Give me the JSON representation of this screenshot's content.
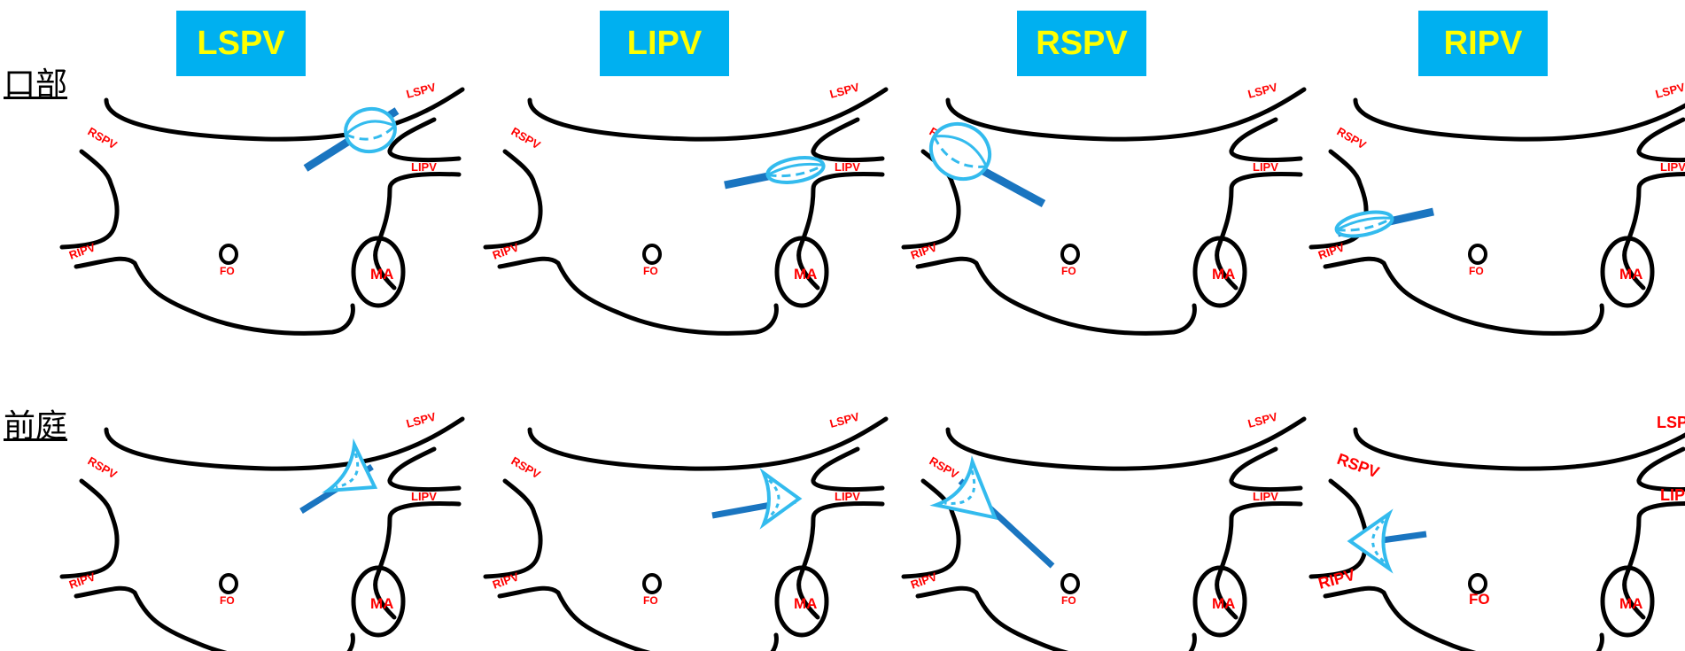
{
  "headers": [
    "LSPV",
    "LIPV",
    "RSPV",
    "RIPV"
  ],
  "row_labels": [
    "口部",
    "前庭"
  ],
  "anatomy": {
    "rspv": "RSPV",
    "ripv": "RIPV",
    "lspv": "LSPV",
    "lipv": "LIPV",
    "fo": "FO",
    "ma": "MA"
  },
  "colors": {
    "header_bg": "#00b0f0",
    "header_text": "#ffff00",
    "outline": "#000000",
    "label": "#ff0000",
    "balloon": "#33bbee",
    "catheter": "#1a75c0"
  }
}
